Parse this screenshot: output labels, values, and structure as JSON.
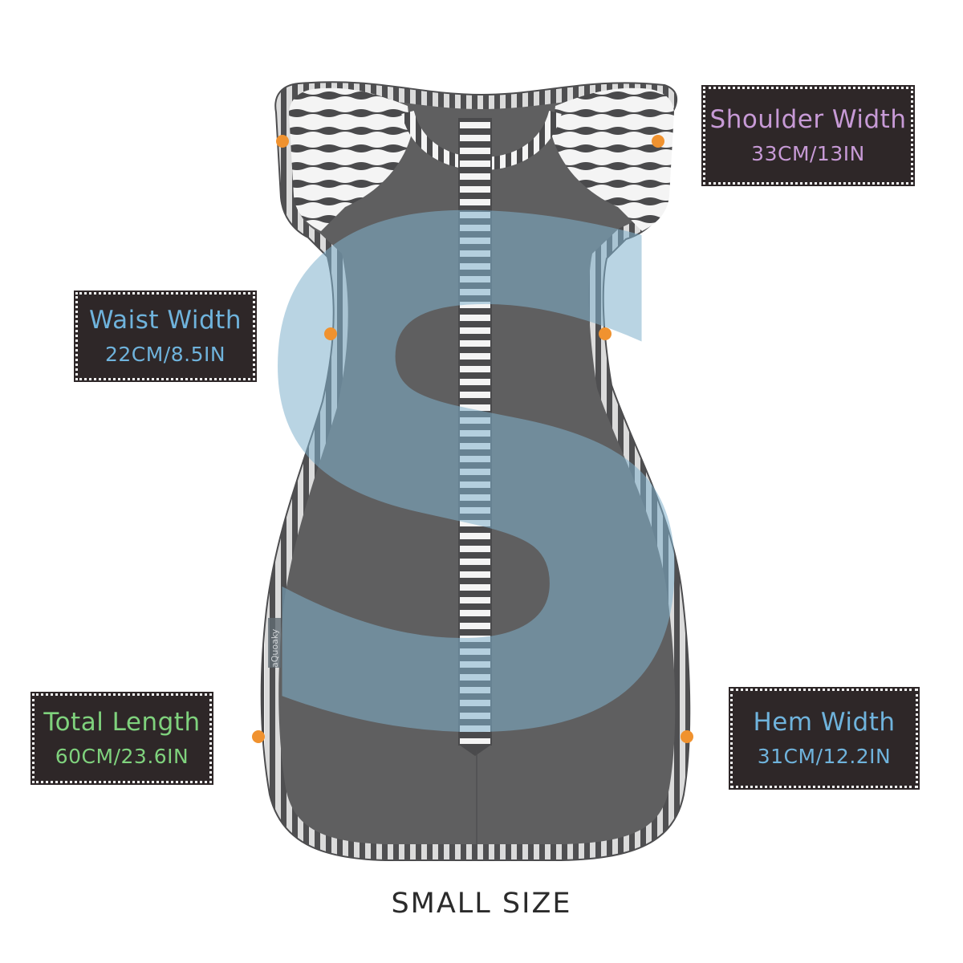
{
  "colors": {
    "background": "#ffffff",
    "fabric": "#5d5d5f",
    "stripe_dark": "#4a4a4c",
    "stripe_light": "#f4f4f4",
    "overlay_blue": "#7fb1cc",
    "snap_orange": "#f0922f",
    "card_bg": "#2e2728",
    "shoulder_text": "#c79ad6",
    "waist_text": "#6fb3dc",
    "length_text": "#7fd27d",
    "hem_text": "#6fb3dc"
  },
  "icons": {
    "size_letter": "letter-s-overlay",
    "snap": "snap-button-icon"
  },
  "size_letter": "S",
  "product_tag": "aQuoaky",
  "measurements": {
    "shoulder": {
      "label": "Shoulder Width",
      "value": "33CM/13IN"
    },
    "waist": {
      "label": "Waist Width",
      "value": "22CM/8.5IN"
    },
    "length": {
      "label": "Total Length",
      "value": "60CM/23.6IN"
    },
    "hem": {
      "label": "Hem Width",
      "value": "31CM/12.2IN"
    }
  },
  "caption": "SMALL SIZE"
}
